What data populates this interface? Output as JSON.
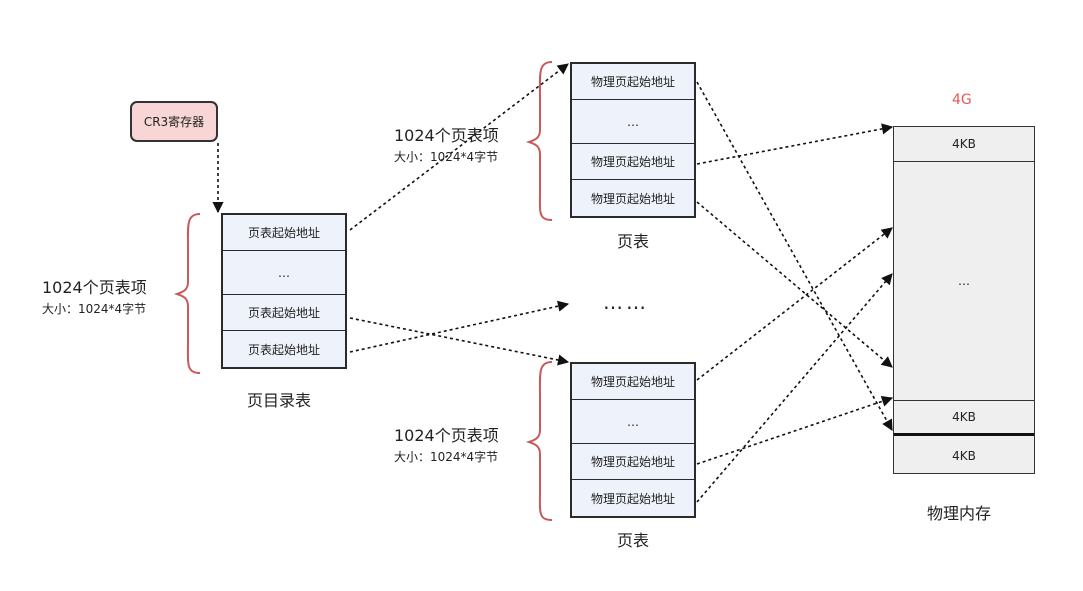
{
  "cr3": {
    "label": "CR3寄存器"
  },
  "page_directory": {
    "cells": [
      "页表起始地址",
      "…",
      "页表起始地址",
      "页表起始地址"
    ],
    "caption": "页目录表",
    "count_label": "1024个页表项",
    "size_label": "大小：1024*4字节"
  },
  "page_table_top": {
    "cells": [
      "物理页起始地址",
      "…",
      "物理页起始地址",
      "物理页起始地址"
    ],
    "caption": "页表",
    "count_label": "1024个页表项",
    "size_label": "大小：1024*4字节"
  },
  "page_table_bottom": {
    "cells": [
      "物理页起始地址",
      "…",
      "物理页起始地址",
      "物理页起始地址"
    ],
    "caption": "页表",
    "count_label": "1024个页表项",
    "size_label": "大小：1024*4字节"
  },
  "ellipsis": "……",
  "physical_memory": {
    "title": "4G",
    "top_cell": "4KB",
    "middle_cell": "…",
    "cell_2": "4KB",
    "cell_3": "4KB",
    "caption": "物理内存"
  },
  "colors": {
    "brace": "#c85a5a",
    "accent": "#e05a5a",
    "cell_fill": "#eef2fb",
    "cr3_fill": "#f9d6d6",
    "memory_fill": "#efefef"
  }
}
